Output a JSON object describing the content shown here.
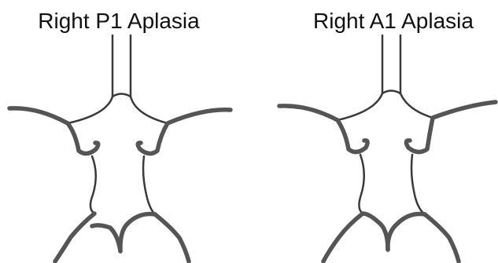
{
  "panels": [
    {
      "title": "Right P1 Aplasia",
      "variant": "right-p1-aplasia"
    },
    {
      "title": "Right A1 Aplasia",
      "variant": "right-a1-aplasia"
    }
  ],
  "colors": {
    "thick_vessel": "#555555",
    "thin_vessel": "#3a3a3a",
    "title_text": "#111111",
    "background": "#ffffff"
  }
}
